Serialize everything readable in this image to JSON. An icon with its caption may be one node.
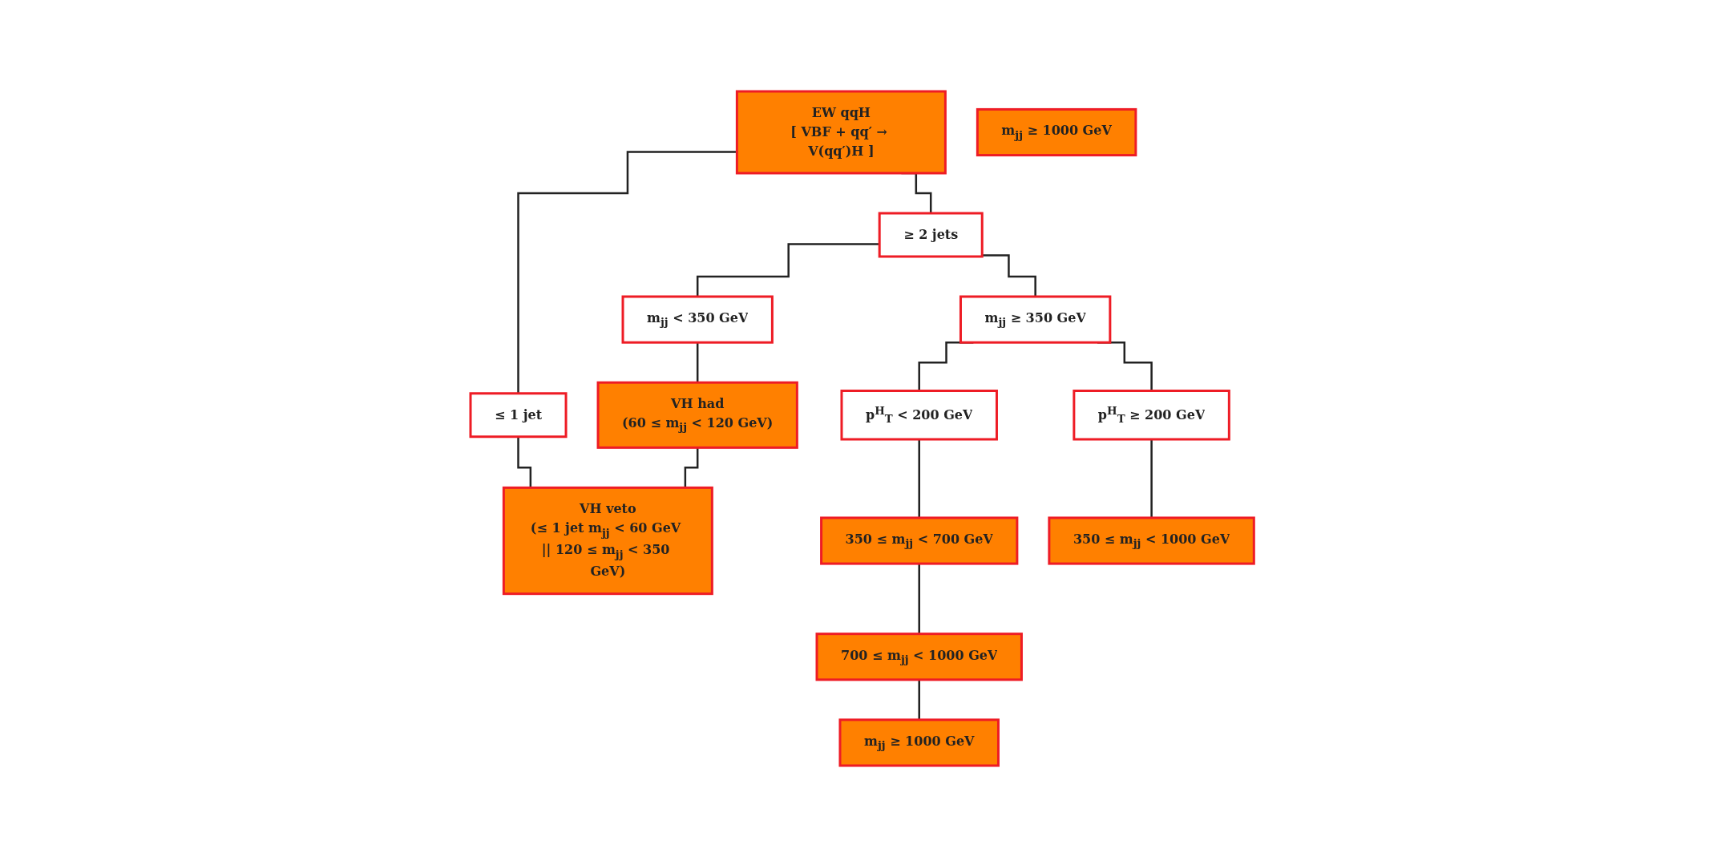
{
  "diagram": {
    "nodes": [
      {
        "text": [
          "EW qqH",
          "[ VBF + qq′ → V(qq′)H ]"
        ]
      },
      {
        "text": [
          "≤ 1 jet"
        ]
      },
      {
        "text": [
          "≥ 2 jets"
        ]
      },
      {
        "text": [
          "m$_{jj}$ < 350 GeV"
        ]
      },
      {
        "text": [
          "m$_{jj}$ ≥ 350 GeV"
        ]
      },
      {
        "text": [
          "VH had",
          "(60 ≤ m$_{jj}$ < 120 GeV)"
        ]
      },
      {
        "text": [
          "VH veto",
          "(≤ 1 jet m$_{jj}$ < 60 GeV || 120 ≤ m$_{jj}$ < 350 GeV)"
        ]
      },
      {
        "text": [
          "p$^{H}$$_{T}$ < 200 GeV"
        ]
      },
      {
        "text": [
          "p$^{H}$$_{T}$ ≥ 200 GeV"
        ]
      },
      {
        "text": [
          "350 ≤ m$_{jj}$ < 700 GeV"
        ]
      },
      {
        "text": [
          "700 ≤ m$_{jj}$ < 1000 GeV"
        ]
      },
      {
        "text": [
          "m$_{jj}$ ≥ 1000 GeV"
        ]
      },
      {
        "text": [
          "350 ≤ m$_{jj}$ < 1000 GeV"
        ]
      },
      {
        "text": [
          "m$_{jj}$ ≥ 1000 GeV"
        ]
      }
    ],
    "edges": [
      {
        "from": 0,
        "to": 1,
        "arrow": "none"
      },
      {
        "from": 0,
        "to": 2,
        "arrow": "none"
      },
      {
        "from": 2,
        "to": 3,
        "arrow": "none"
      },
      {
        "from": 2,
        "to": 4,
        "arrow": "none"
      },
      {
        "from": 3,
        "to": 5,
        "arrow": "none"
      },
      {
        "from": 5,
        "to": 6,
        "arrow": "none"
      },
      {
        "from": 1,
        "to": 6,
        "arrow": "none"
      },
      {
        "from": 4,
        "to": 7,
        "arrow": "none"
      },
      {
        "from": 4,
        "to": 8,
        "arrow": "none"
      },
      {
        "from": 7,
        "to": 9,
        "arrow": "none"
      },
      {
        "from": 9,
        "to": 10,
        "arrow": "none"
      },
      {
        "from": 10,
        "to": 11,
        "arrow": "none"
      },
      {
        "from": 8,
        "to": 12,
        "arrow": "none"
      }
    ]
  }
}
